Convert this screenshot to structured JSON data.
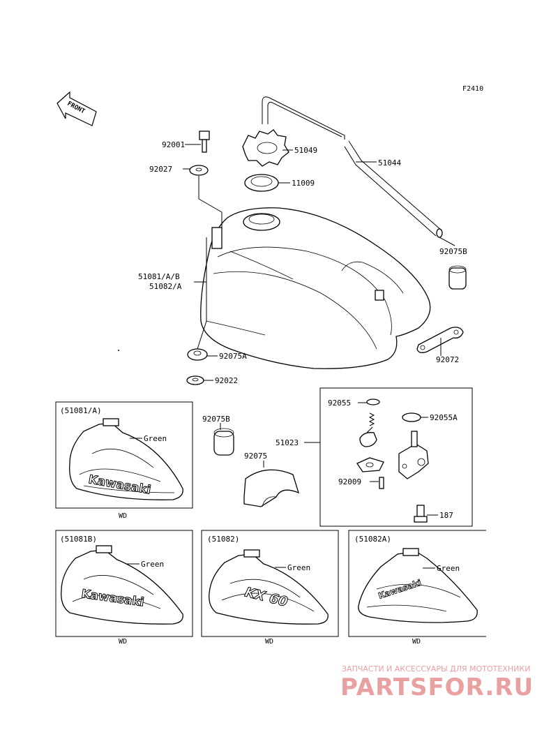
{
  "figure_id": "F2410",
  "front_label": "FRONT",
  "parts": {
    "p92001": "92001",
    "p51049": "51049",
    "p51044": "51044",
    "p92027": "92027",
    "p11009": "11009",
    "p92075B_top": "92075B",
    "p51081": "51081/A/B",
    "p51082": "51082/A",
    "p92075A": "92075A",
    "p92072": "92072",
    "p92022": "92022",
    "p92055": "92055",
    "p92055A": "92055A",
    "p92075B_mid": "92075B",
    "p51023": "51023",
    "p92075": "92075",
    "p92009": "92009",
    "p187": "187"
  },
  "variants": [
    {
      "title": "(51081/A)",
      "color_label": "Green",
      "brand": "Kawasaki",
      "footer": "WD"
    },
    {
      "title": "(51081B)",
      "color_label": "Green",
      "brand": "Kawasaki",
      "footer": "WD"
    },
    {
      "title": "(51082)",
      "color_label": "Green",
      "brand": "KX 60",
      "footer": "WD"
    },
    {
      "title": "(51082A)",
      "color_label": "Green",
      "brand": "Kawasaki",
      "footer": "WD"
    }
  ],
  "watermark": {
    "tagline": "ЗАПЧАСТИ И АКСЕССУАРЫ ДЛЯ МОТОТЕХНИКИ",
    "brand": "PARTSFOR.RU"
  }
}
